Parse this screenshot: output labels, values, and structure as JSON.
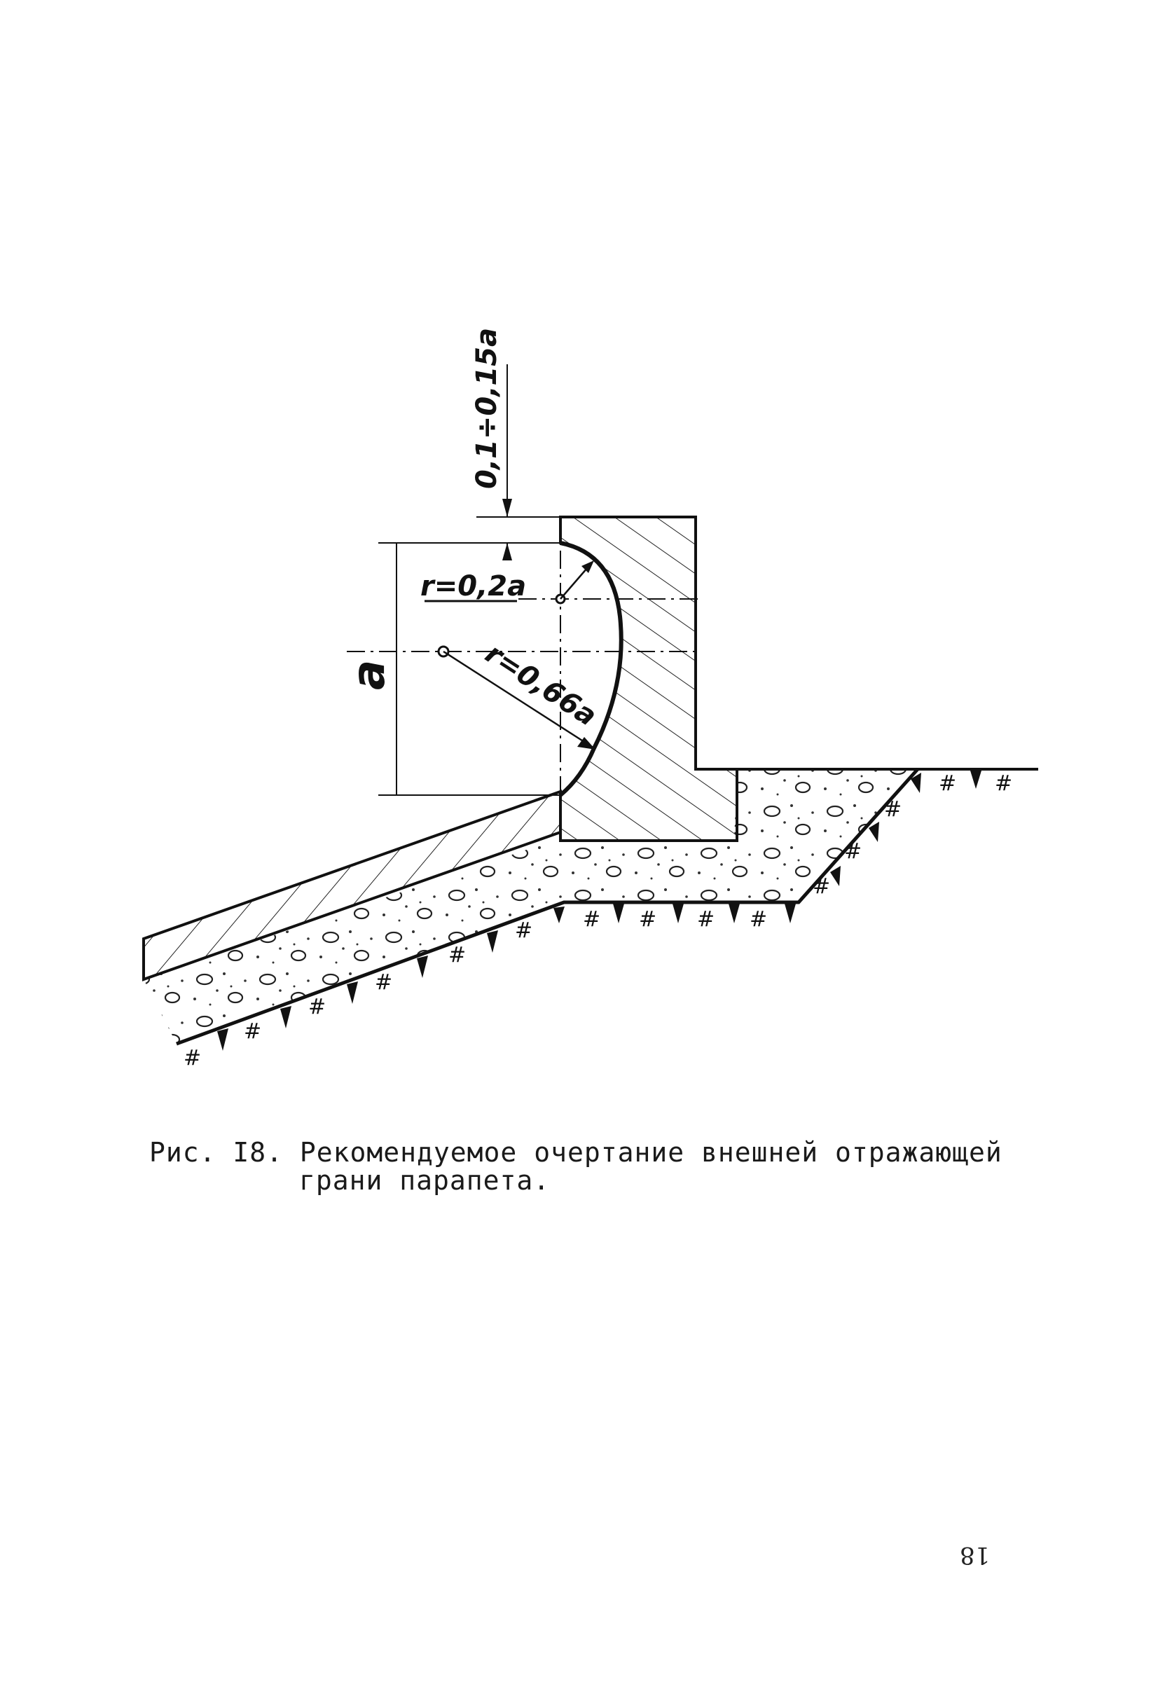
{
  "figure": {
    "dimensions": {
      "setback": "0,1÷0,15a",
      "radius_small": "r=0,2a",
      "radius_large": "r=0,66a",
      "height": "a"
    },
    "colors": {
      "ink": "#111111",
      "hatch": "#222222"
    }
  },
  "caption": {
    "line1": "Рис. I8. Рекомендуемое очертание внешней отражающей",
    "line2": "грани парапета."
  },
  "page_number": "18"
}
